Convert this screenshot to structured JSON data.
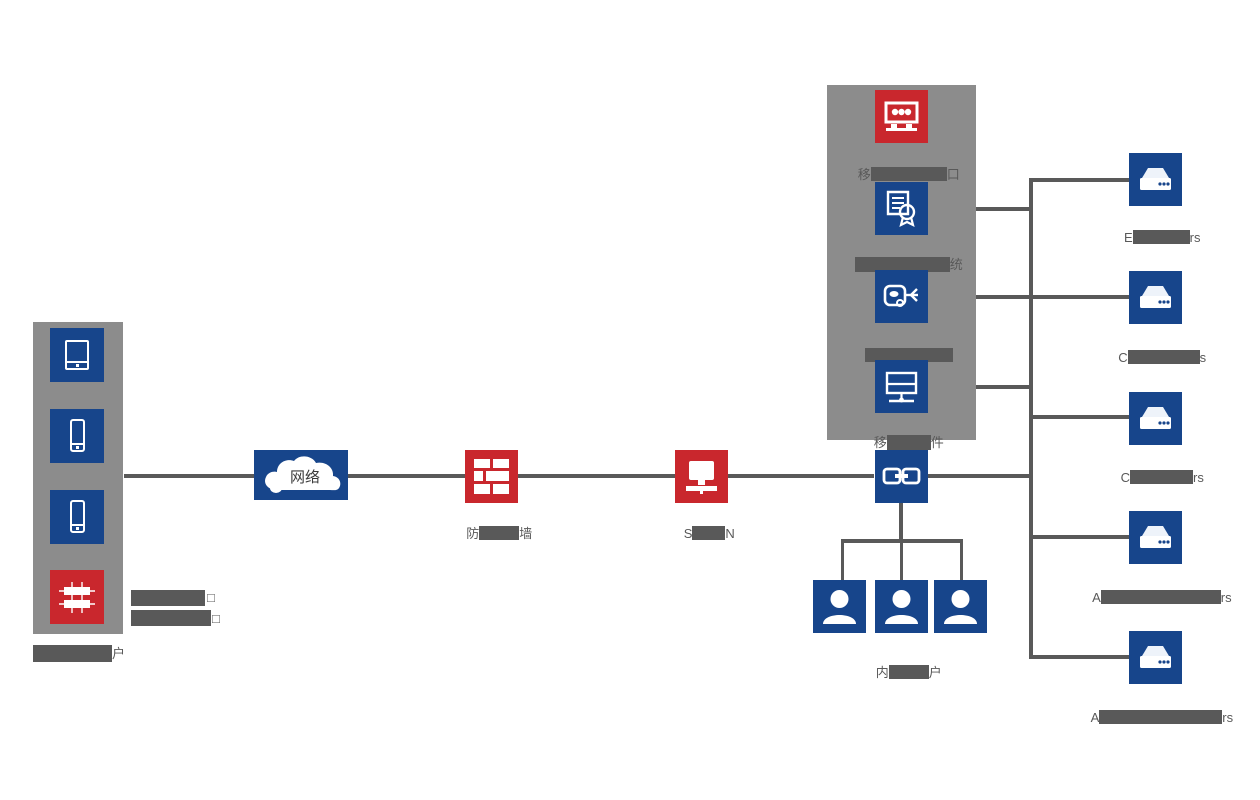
{
  "diagram": {
    "title": "Network Topology Diagram",
    "type": "network-topology",
    "colors": {
      "blue_tile": "#17458b",
      "red_tile": "#c9272d",
      "group_box": "#8c8c8c",
      "connector": "#595959",
      "label_text": "#595959",
      "background": "#ffffff"
    }
  },
  "left_group": {
    "name": "client-devices-group",
    "nodes": [
      {
        "icon": "tablet-icon",
        "style": "blue",
        "label": ""
      },
      {
        "icon": "smartphone-icon",
        "style": "blue",
        "label": ""
      },
      {
        "icon": "mobile-phone-icon",
        "style": "blue",
        "label": ""
      },
      {
        "icon": "network-device-icon",
        "style": "red",
        "label": ""
      }
    ],
    "side_label_line1": "□",
    "side_label_line2": "□",
    "group_label": "户"
  },
  "backbone": {
    "cloud": {
      "icon": "cloud-icon",
      "style": "blue",
      "text": "网络",
      "label": ""
    },
    "firewall": {
      "icon": "firewall-icon",
      "style": "red",
      "label": "防墙"
    },
    "vpn": {
      "icon": "vpn-gateway-icon",
      "style": "red",
      "label": "SＮ"
    },
    "link": {
      "icon": "link-icon",
      "style": "blue",
      "label": ""
    }
  },
  "security_group": {
    "name": "security-systems-group",
    "nodes": [
      {
        "icon": "gateway-icon",
        "style": "red",
        "label": "移口"
      },
      {
        "icon": "certificate-icon",
        "style": "blue",
        "label": "统"
      },
      {
        "icon": "usb-key-icon",
        "style": "blue",
        "label": ""
      },
      {
        "icon": "monitor-icon",
        "style": "blue",
        "label": "移件"
      }
    ]
  },
  "internal_users": {
    "name": "internal-users-group",
    "nodes": [
      {
        "icon": "user-icon",
        "style": "blue"
      },
      {
        "icon": "user-icon",
        "style": "blue"
      },
      {
        "icon": "user-icon",
        "style": "blue"
      }
    ],
    "label": "内户"
  },
  "servers": {
    "name": "server-farm",
    "nodes": [
      {
        "icon": "server-icon",
        "style": "blue",
        "label": "Ers",
        "prefix": "E",
        "suffix": "rs"
      },
      {
        "icon": "server-icon",
        "style": "blue",
        "label": "Cs",
        "prefix": "C",
        "suffix": "s"
      },
      {
        "icon": "server-icon",
        "style": "blue",
        "label": "Crs",
        "prefix": "C",
        "suffix": "rs"
      },
      {
        "icon": "server-icon",
        "style": "blue",
        "label": "Ars",
        "prefix": "A",
        "suffix": "rs"
      },
      {
        "icon": "server-icon",
        "style": "blue",
        "label": "Ars",
        "prefix": "A",
        "suffix": "rs"
      }
    ]
  }
}
